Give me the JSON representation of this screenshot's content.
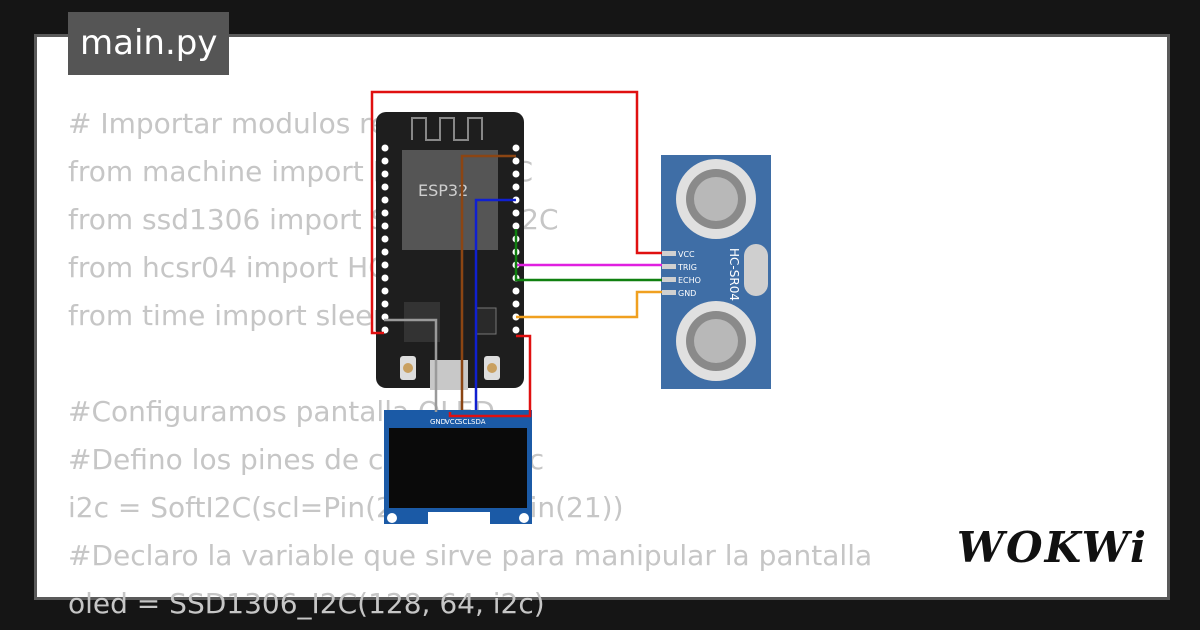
{
  "editor": {
    "tab_title": "main.py",
    "code_lines": [
      "# Importar modulos requeridos",
      "from machine import Pin, SoftI2C",
      "from ssd1306 import SSD1306_I2C",
      "from hcsr04 import HCSR04",
      "from time import sleep",
      "",
      "#Configuramos pantalla OLED",
      "#Defino los pines de conexion i2c",
      "i2c = SoftI2C(scl=Pin(22), sda=Pin(21))",
      "#Declaro la variable que sirve para manipular la pantalla",
      "oled = SSD1306_I2C(128, 64, i2c)"
    ]
  },
  "esp32": {
    "label": "ESP32"
  },
  "sensor": {
    "label": "HC-SR04",
    "pins": [
      "VCC",
      "TRIG",
      "ECHO",
      "GND"
    ]
  },
  "oled": {
    "pins": [
      "GND",
      "VCC",
      "SCL",
      "SDA"
    ]
  },
  "brand": {
    "logo_text": "WOKWi"
  },
  "colors": {
    "wire_power": "#e01010",
    "wire_trig": "#e020e0",
    "wire_echo": "#108010",
    "wire_gnd": "#f0a020",
    "wire_scl": "#8b4513",
    "wire_sda": "#1020d0",
    "board": "#1e1e1e",
    "sensor_pcb": "#3f6ea6",
    "oled_pcb": "#1b5aa6"
  }
}
